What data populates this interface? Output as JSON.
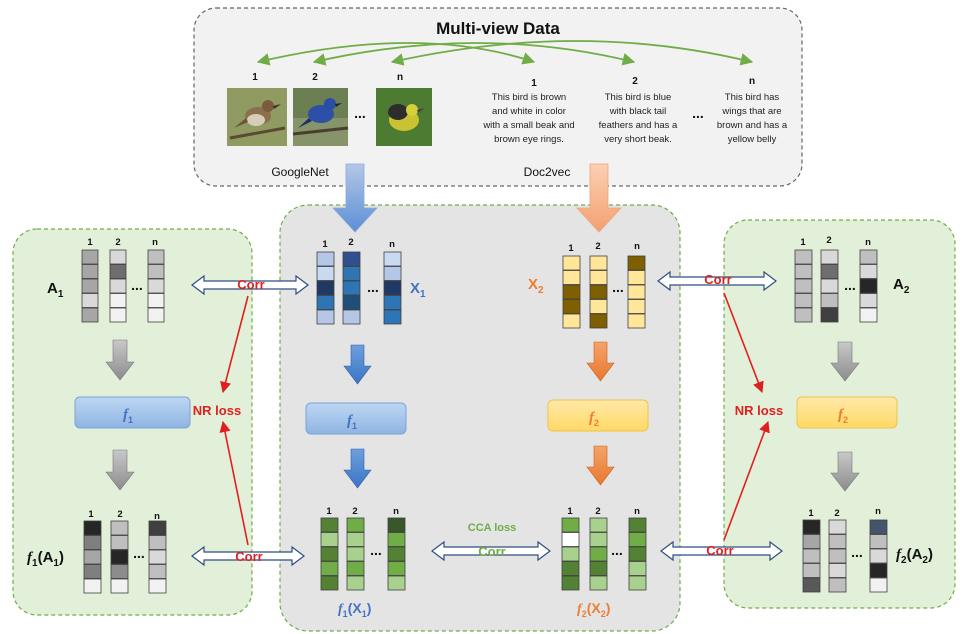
{
  "title": "Multi-view Data",
  "image_indices": [
    "1",
    "2",
    "n"
  ],
  "text_indices": [
    "1",
    "2",
    "n"
  ],
  "ellipsis": "...",
  "captions": {
    "c1": [
      "This bird is brown",
      "and white in color",
      "with a small beak and",
      "brown eye rings."
    ],
    "c2": [
      "This bird is blue",
      "with black tail",
      "feathers and has a",
      "very short beak."
    ],
    "cn": [
      "This bird has",
      "wings that are",
      "brown and has a",
      "yellow belly"
    ]
  },
  "encoders": {
    "image": "GoogleNet",
    "text": "Doc2vec"
  },
  "column_labels": [
    "1",
    "2",
    "n"
  ],
  "labels": {
    "A1": {
      "base": "A",
      "sub": "1"
    },
    "A2": {
      "base": "A",
      "sub": "2"
    },
    "X1": {
      "base": "X",
      "sub": "1"
    },
    "X2": {
      "base": "X",
      "sub": "2"
    },
    "f1": {
      "base": "f",
      "sub": "1"
    },
    "f2": {
      "base": "f",
      "sub": "2"
    },
    "f1A1": {
      "base": "f",
      "sub": "1",
      "arg": "A",
      "argsub": "1"
    },
    "f2A2": {
      "base": "f",
      "sub": "2",
      "arg": "A",
      "argsub": "2"
    },
    "f1X1": {
      "base": "f",
      "sub": "1",
      "arg": "X",
      "argsub": "1"
    },
    "f2X2": {
      "base": "f",
      "sub": "2",
      "arg": "X",
      "argsub": "2"
    }
  },
  "corr": "Corr",
  "cca_loss": "CCA loss",
  "nr_loss": "NR loss",
  "colors": {
    "green_arrow": "#70ad47",
    "red": "#e02020",
    "blue_text": "#4472c4",
    "orange_text": "#ed7d31",
    "cca_green": "#70ad47",
    "green_panel": "#e2f0d9",
    "gray_panel": "#e7e7e7",
    "top_panel": "#f2f2f2"
  }
}
